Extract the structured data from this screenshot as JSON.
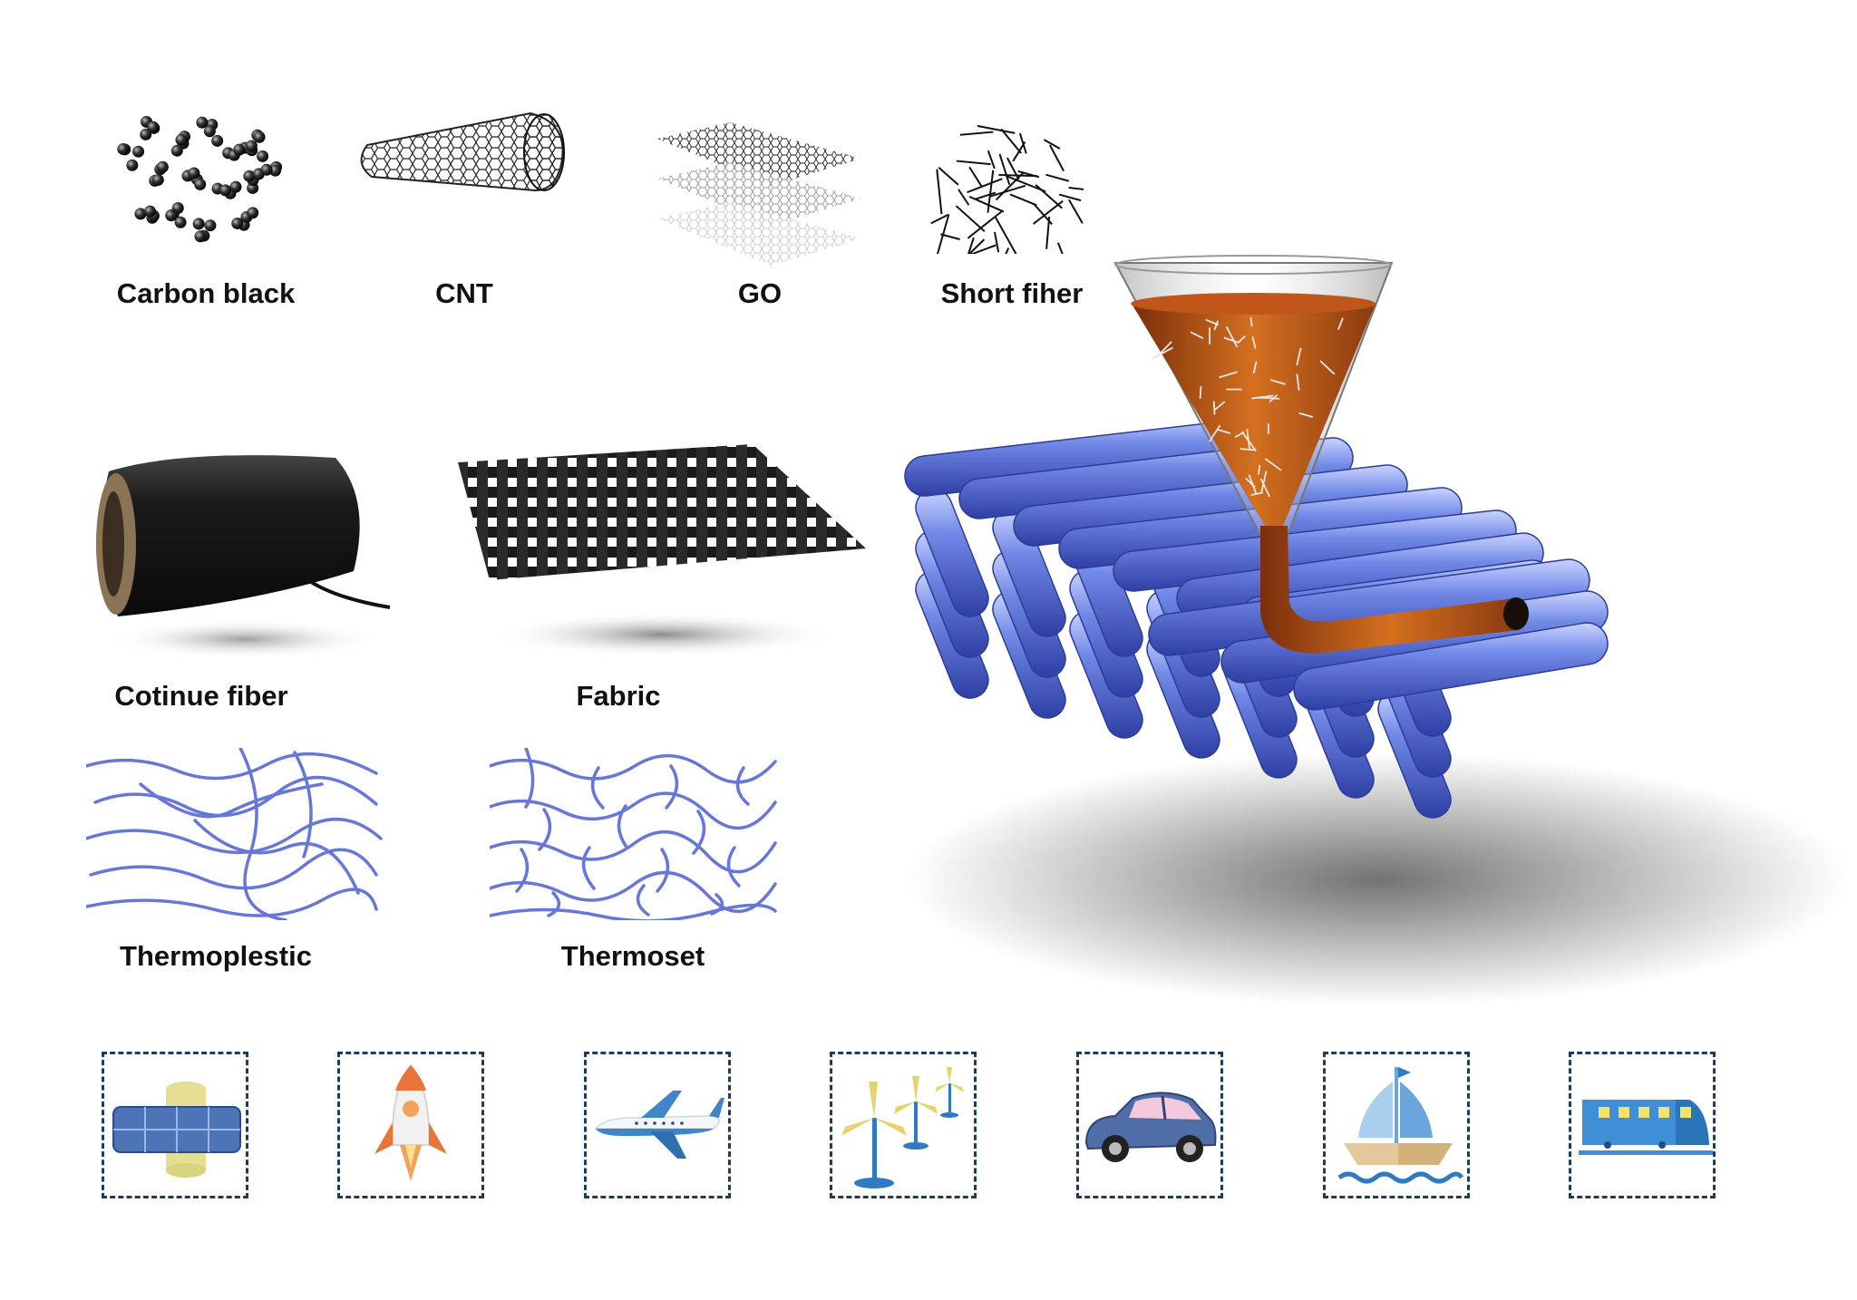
{
  "materials": {
    "fillers": {
      "carbon_black": "Carbon black",
      "cnt": "CNT",
      "go": "GO",
      "short_fiber": "Short fiher"
    },
    "reinforcements": {
      "continuous_fiber": "Cotinue fiber",
      "fabric": "Fabric"
    },
    "matrices": {
      "thermoplastic": "Thermoplestic",
      "thermoset": "Thermoset"
    }
  },
  "applications": [
    {
      "icon": "satellite-icon"
    },
    {
      "icon": "rocket-icon"
    },
    {
      "icon": "airplane-icon"
    },
    {
      "icon": "wind-turbines-icon"
    },
    {
      "icon": "car-icon"
    },
    {
      "icon": "sailboat-icon"
    },
    {
      "icon": "train-icon"
    }
  ],
  "colors": {
    "tube": "#6f84e2",
    "resin": "#c8621a",
    "box_border": "#1e3a5c",
    "polymer_line": "#6677d9"
  }
}
